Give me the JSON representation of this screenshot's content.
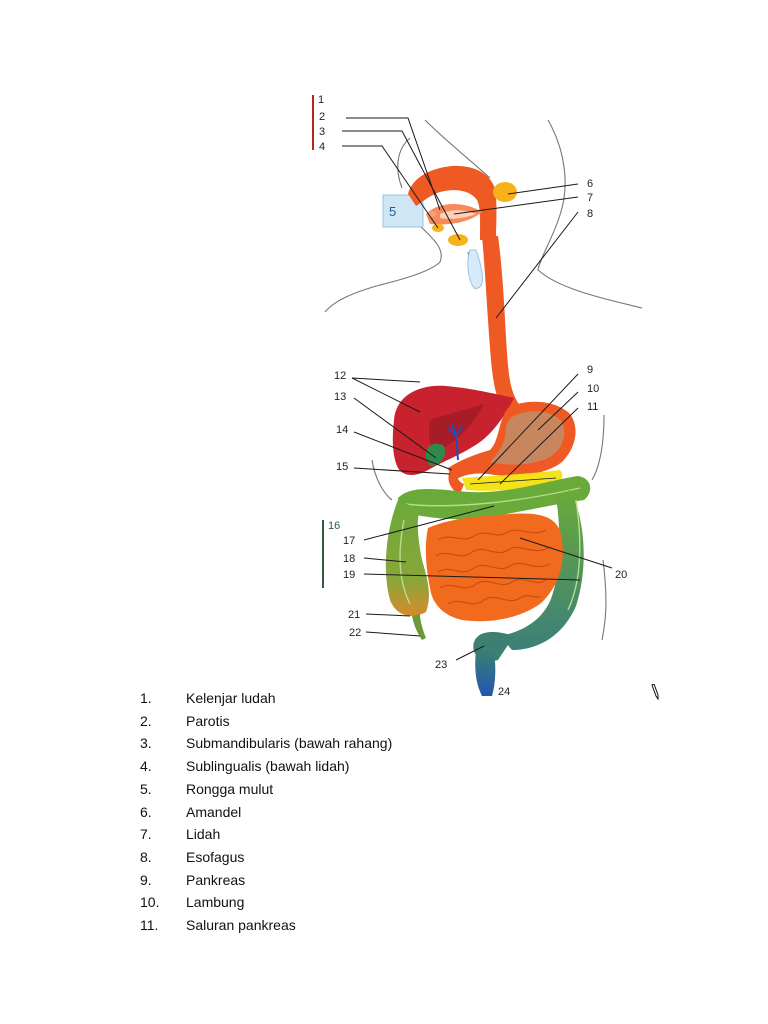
{
  "diagram": {
    "callouts": [
      "1",
      "2",
      "3",
      "4",
      "5",
      "6",
      "7",
      "8",
      "9",
      "10",
      "11",
      "12",
      "13",
      "14",
      "15",
      "16",
      "17",
      "18",
      "19",
      "20",
      "21",
      "22",
      "23",
      "24"
    ]
  },
  "legend": {
    "items": [
      {
        "num": "1.",
        "label": "Kelenjar ludah"
      },
      {
        "num": "2.",
        "label": "Parotis"
      },
      {
        "num": "3.",
        "label": "Submandibularis (bawah rahang)"
      },
      {
        "num": "4.",
        "label": "Sublingualis (bawah lidah)"
      },
      {
        "num": "5.",
        "label": "Rongga mulut"
      },
      {
        "num": "6.",
        "label": "Amandel"
      },
      {
        "num": "7.",
        "label": "Lidah"
      },
      {
        "num": "8.",
        "label": "Esofagus"
      },
      {
        "num": "9.",
        "label": "Pankreas"
      },
      {
        "num": "10.",
        "label": "Lambung"
      },
      {
        "num": "11.",
        "label": "Saluran pankreas"
      }
    ]
  },
  "colors": {
    "esophagus": "#ef5a24",
    "liver": "#c8222e",
    "stomach": "#c8865e",
    "colon": "#6aaa3a",
    "small_intestine": "#f26a1e",
    "pancreas": "#f4e21a",
    "gland": "#f7b21b",
    "mouth_box": "#cfe6f6",
    "rectum": "#2a5ea8"
  }
}
